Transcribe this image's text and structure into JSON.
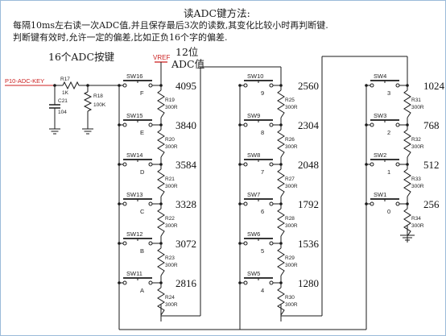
{
  "title": "读ADC键方法:",
  "desc_line1": "每隔10ms左右读一次ADC值,并且保存最后3次的读数,其变化比较小时再判断键.",
  "desc_line2": "判断键有效时,允许一定的偏差,比如正负16个字的偏差.",
  "left_label": "16个ADC按键",
  "adc_label_1": "12位",
  "adc_label_2": "ADC值",
  "vref": "VREF",
  "net_label": "P10-ADC-KEY",
  "r17": {
    "name": "R17",
    "value": "1K"
  },
  "r18": {
    "name": "R18",
    "value": "100K"
  },
  "c21": {
    "name": "C21",
    "value": "104"
  },
  "colors": {
    "wire": "#1a1a1a",
    "net": "#cc2222",
    "border": "#9bbbd9"
  },
  "columns": [
    {
      "keys": [
        {
          "sw": "SW16",
          "key": "F",
          "r": "R19",
          "rv": "300R",
          "adc": "4095"
        },
        {
          "sw": "SW15",
          "key": "E",
          "r": "R20",
          "rv": "300R",
          "adc": "3840"
        },
        {
          "sw": "SW14",
          "key": "D",
          "r": "R21",
          "rv": "300R",
          "adc": "3584"
        },
        {
          "sw": "SW13",
          "key": "C",
          "r": "R22",
          "rv": "300R",
          "adc": "3328"
        },
        {
          "sw": "SW12",
          "key": "B",
          "r": "R23",
          "rv": "300R",
          "adc": "3072"
        },
        {
          "sw": "SW11",
          "key": "A",
          "r": "R24",
          "rv": "300R",
          "adc": "2816"
        }
      ]
    },
    {
      "keys": [
        {
          "sw": "SW10",
          "key": "9",
          "r": "R25",
          "rv": "300R",
          "adc": "2560"
        },
        {
          "sw": "SW9",
          "key": "8",
          "r": "R26",
          "rv": "300R",
          "adc": "2304"
        },
        {
          "sw": "SW8",
          "key": "7",
          "r": "R27",
          "rv": "300R",
          "adc": "2048"
        },
        {
          "sw": "SW7",
          "key": "6",
          "r": "R28",
          "rv": "300R",
          "adc": "1792"
        },
        {
          "sw": "SW6",
          "key": "5",
          "r": "R29",
          "rv": "300R",
          "adc": "1536"
        },
        {
          "sw": "SW5",
          "key": "4",
          "r": "R30",
          "rv": "300R",
          "adc": "1280"
        }
      ]
    },
    {
      "keys": [
        {
          "sw": "SW4",
          "key": "3",
          "r": "R31",
          "rv": "300R",
          "adc": "1024"
        },
        {
          "sw": "SW3",
          "key": "2",
          "r": "R32",
          "rv": "300R",
          "adc": "768"
        },
        {
          "sw": "SW2",
          "key": "1",
          "r": "R33",
          "rv": "300R",
          "adc": "512"
        },
        {
          "sw": "SW1",
          "key": "0",
          "r": "R34",
          "rv": "300R",
          "adc": "256"
        }
      ]
    }
  ]
}
